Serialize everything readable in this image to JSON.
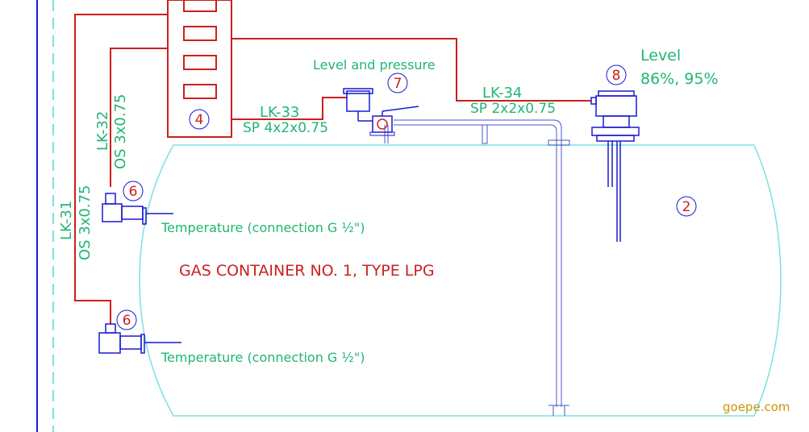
{
  "colors": {
    "background": "#ffffff",
    "tank": "#7de0e0",
    "cable": "#cc1f1f",
    "label_green": "#21b573",
    "equipment": "#1a1ad0",
    "pipe": "#4a56c8",
    "panel": "#cc1f1f",
    "callout": "#cc1f1f",
    "watermark": "#c8960a",
    "frame_line": "#1a1ad0",
    "frame_dash": "#7de0e0"
  },
  "tank": {
    "title": "GAS CONTAINER NO. 1, TYPE LPG",
    "callout": "2"
  },
  "panel": {
    "callout": "4"
  },
  "cables": {
    "lk31": {
      "name": "LK-31",
      "spec": "OS  3x0.75"
    },
    "lk32": {
      "name": "LK-32",
      "spec": "OS  3x0.75"
    },
    "lk33": {
      "name": "LK-33",
      "spec": "SP  4x2x0.75"
    },
    "lk34": {
      "name": "LK-34",
      "spec": "SP  2x2x0.75"
    }
  },
  "sensors": {
    "temp_upper": {
      "callout": "6",
      "label": "Temperature (connection G ½\")"
    },
    "temp_lower": {
      "callout": "6",
      "label": "Temperature (connection G ½\")"
    },
    "level_pressure": {
      "callout": "7",
      "label": "Level and pressure"
    },
    "level": {
      "callout": "8",
      "label": "Level",
      "values": "86%, 95%"
    }
  },
  "watermark": "goepe.com"
}
